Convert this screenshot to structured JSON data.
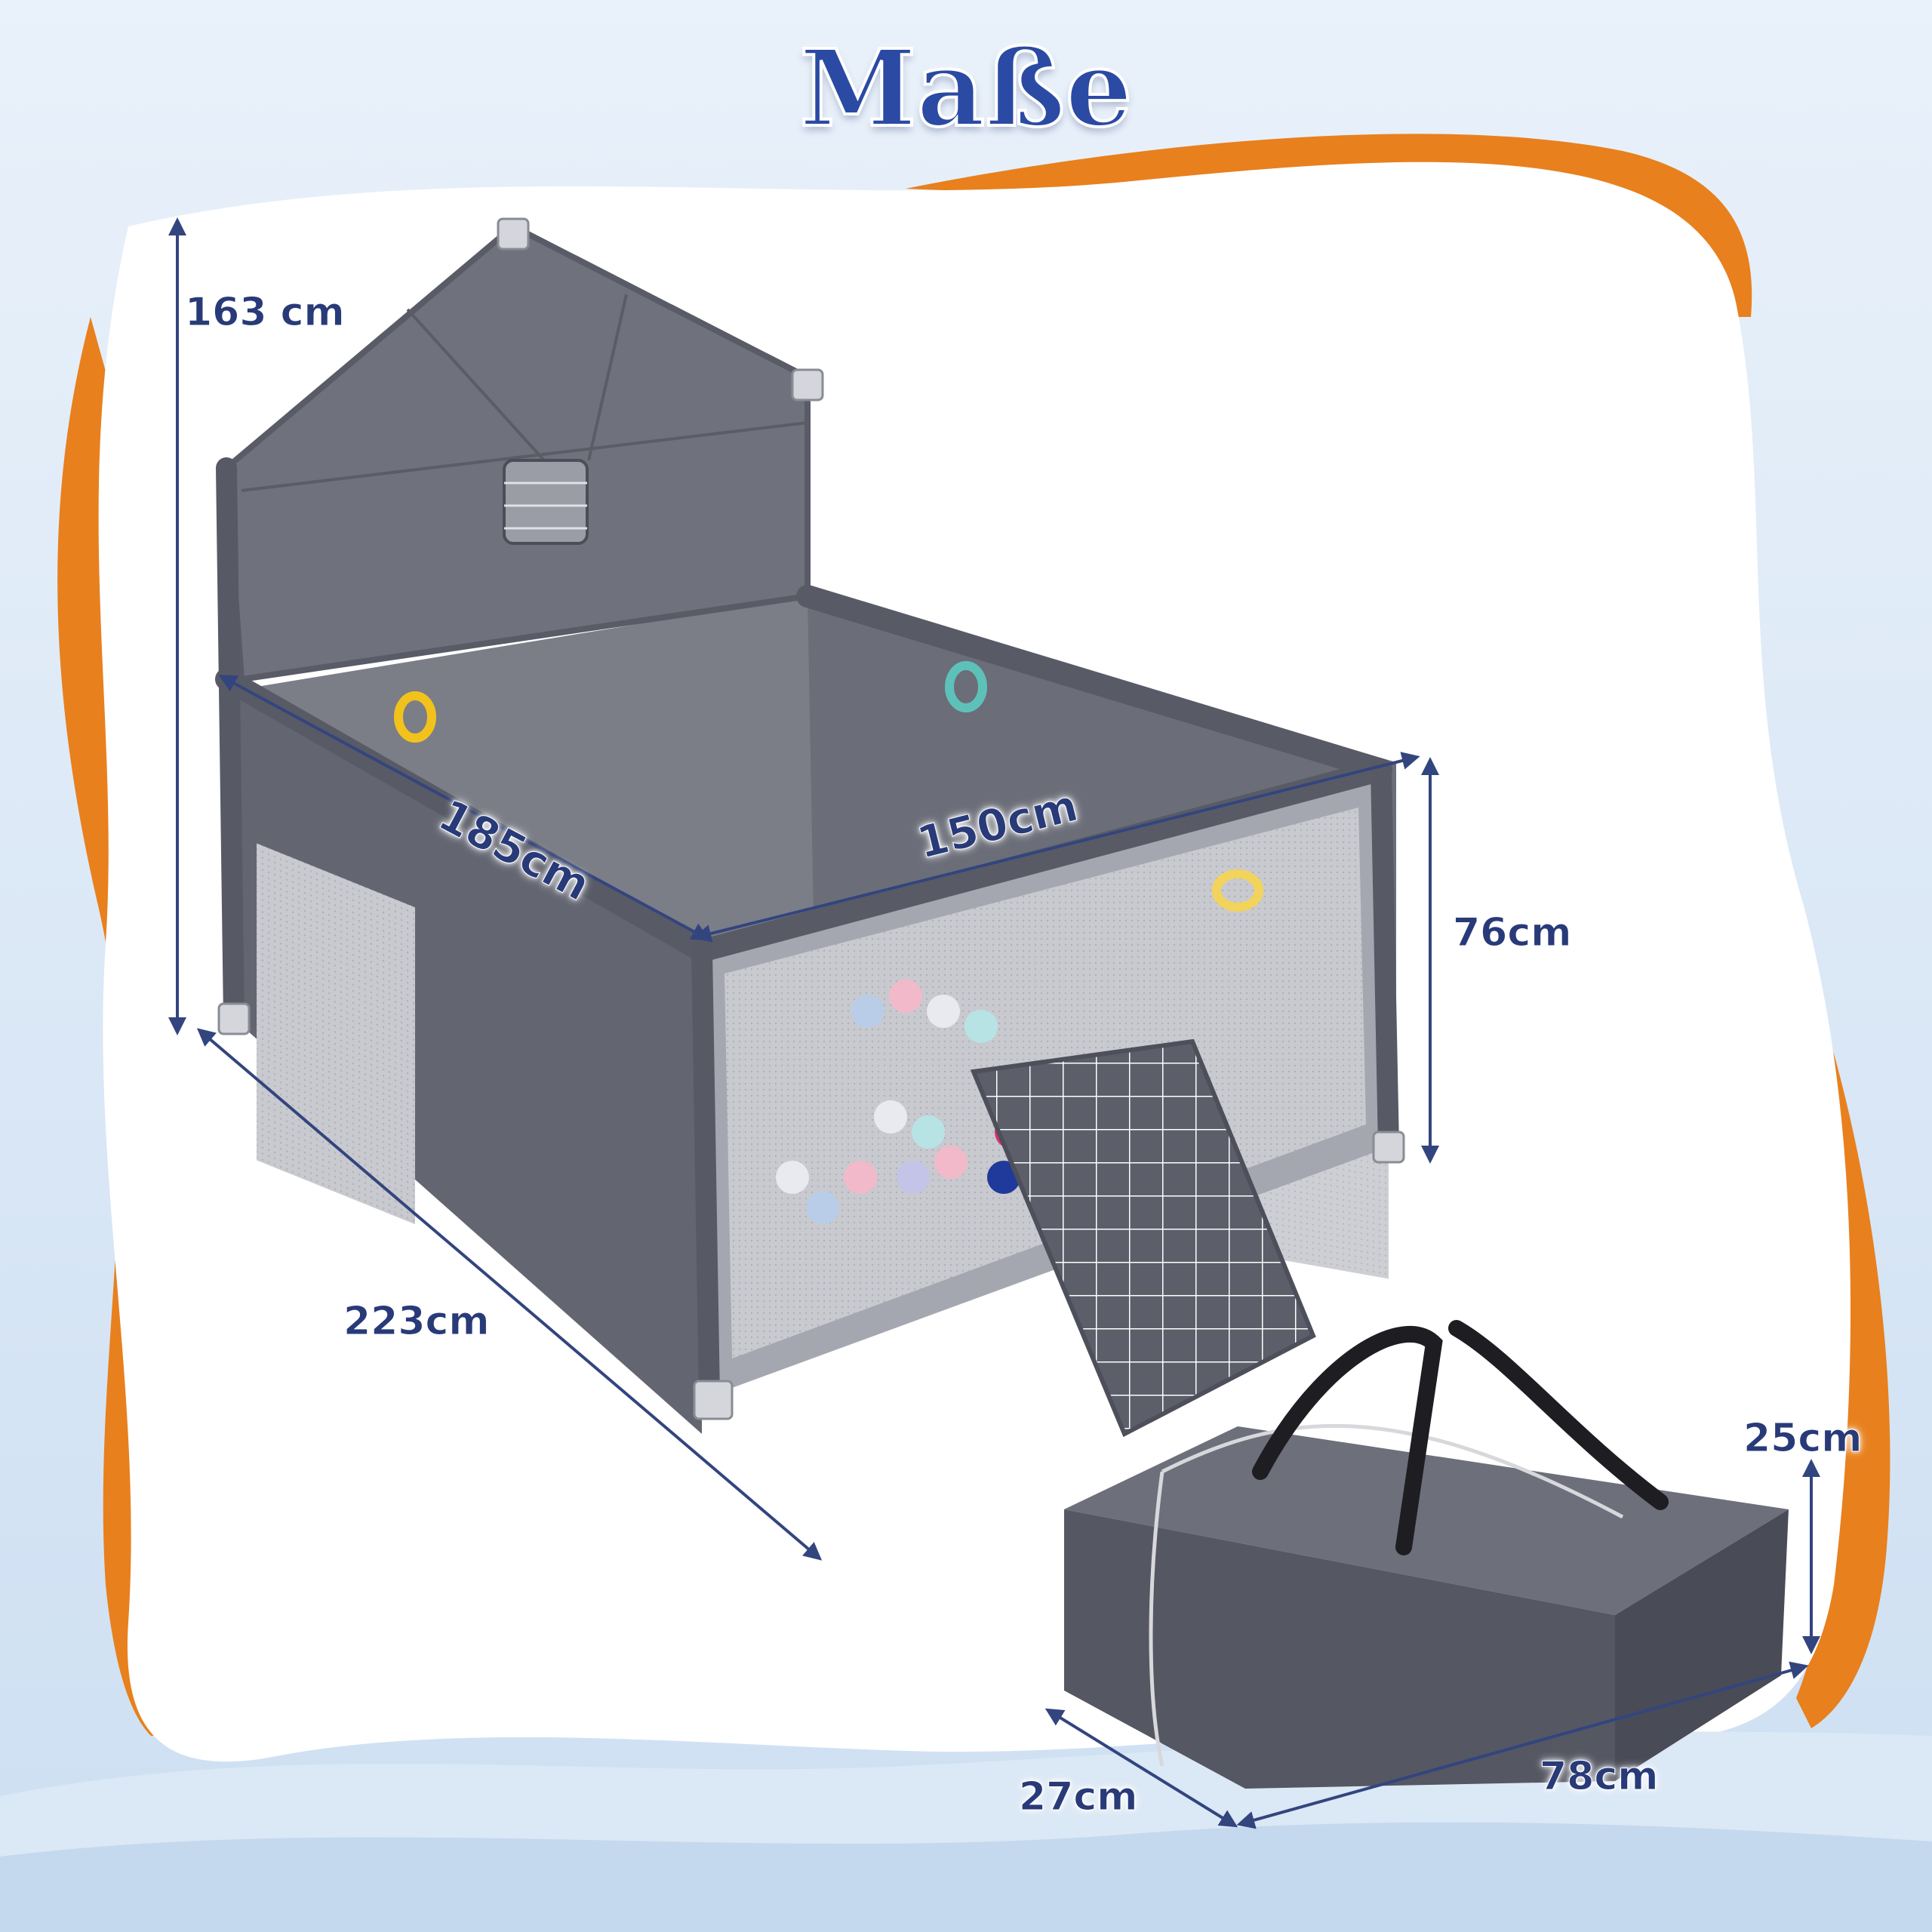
{
  "title": "Maße",
  "dimensions": {
    "total_height": "163 cm",
    "length_diagonal": "185cm",
    "width_top": "150cm",
    "rail_height": "76cm",
    "total_depth": "223cm",
    "bag_height": "25cm",
    "bag_depth": "27cm",
    "bag_length": "78cm"
  },
  "colors": {
    "title": "#2a4aa4",
    "dimension_text": "#283a78",
    "accent_orange": "#e8801e",
    "playpen_grey": "#6b6d78",
    "bag_grey": "#5b5d68"
  }
}
